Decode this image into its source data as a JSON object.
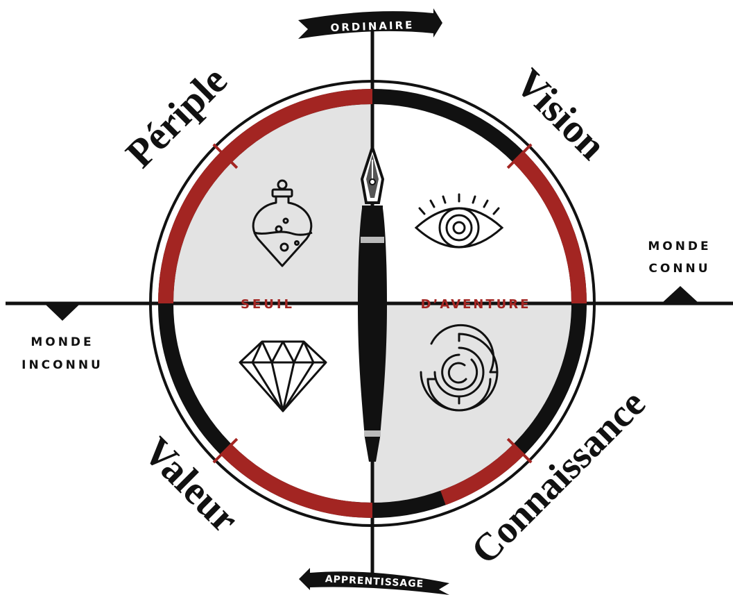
{
  "labels": {
    "top_banner": "ORDINAIRE",
    "bottom_banner": "APPRENTISSAGE",
    "right_world_line1": "MONDE",
    "right_world_line2": "CONNU",
    "left_world_line1": "MONDE",
    "left_world_line2": "INCONNU",
    "center_left": "SEUIL",
    "center_right": "D’AVENTURE",
    "quadrant_top_left": "Périple",
    "quadrant_top_right": "Vision",
    "quadrant_bottom_left": "Valeur",
    "quadrant_bottom_right": "Connaissance"
  },
  "icons": {
    "top_left": "potion-bottle-icon",
    "top_right": "eye-icon",
    "bottom_left": "diamond-icon",
    "bottom_right": "maze-icon",
    "center": "fountain-pen-icon"
  },
  "colors": {
    "red": "#a32522",
    "black": "#111111",
    "quadrant_fill": "#e3e3e3",
    "background": "#ffffff"
  }
}
